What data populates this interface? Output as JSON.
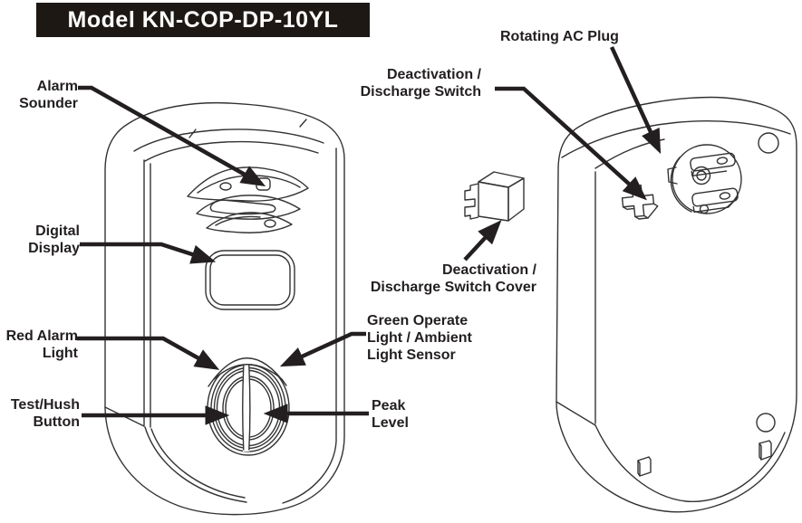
{
  "title": {
    "text": "Model KN-COP-DP-10YL",
    "bg": "#1d1814",
    "fg": "#ffffff"
  },
  "diagram": {
    "ink_color": "#231f20",
    "line_color": "#333333",
    "front_view": {
      "labels": {
        "alarm_sounder": "Alarm\nSounder",
        "digital_display": "Digital\nDisplay",
        "red_alarm_light": "Red Alarm\nLight",
        "test_hush_button": "Test/Hush\nButton",
        "green_operate_light": "Green Operate\nLight / Ambient\nLight Sensor",
        "peak_level": "Peak\nLevel"
      }
    },
    "back_view": {
      "labels": {
        "deactivation_discharge_switch": "Deactivation /\nDischarge Switch",
        "rotating_ac_plug": "Rotating AC Plug",
        "deactivation_discharge_switch_cover": "Deactivation /\nDischarge Switch Cover"
      }
    }
  }
}
